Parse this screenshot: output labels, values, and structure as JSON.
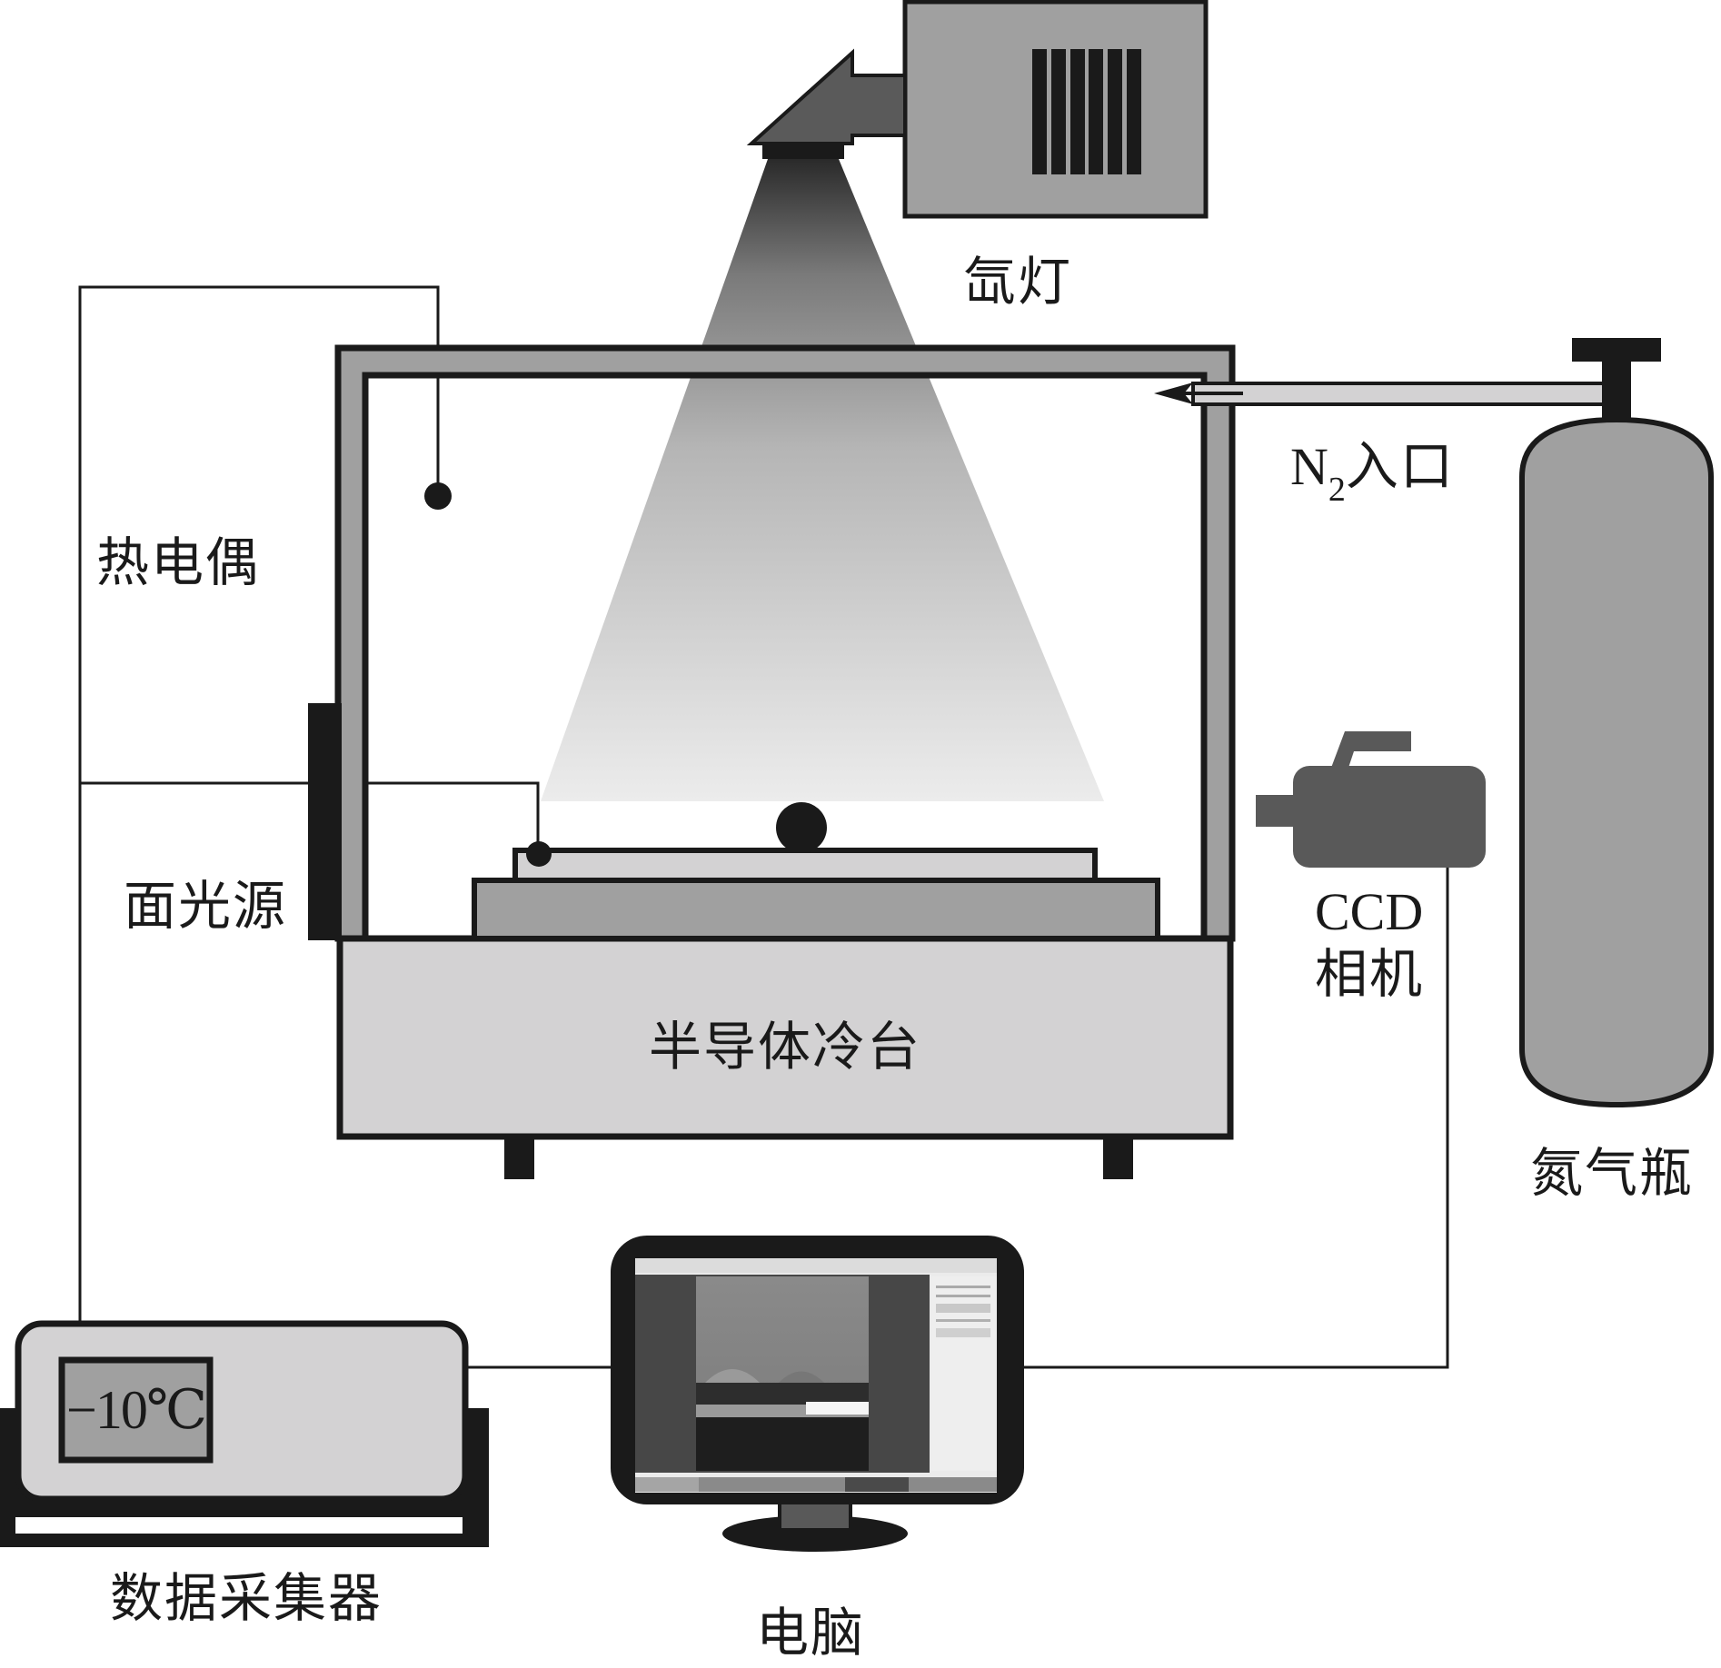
{
  "figure": {
    "type": "experimental-setup-schematic",
    "subject": "droplet freezing observation apparatus"
  },
  "colors": {
    "outline": "#1a1a1a",
    "medium_gray": "#a0a0a0",
    "light_gray": "#d3d2d3",
    "dark_gray": "#595959",
    "background": "#ffffff"
  },
  "labels": {
    "xenon_lamp": "氙灯",
    "n2_inlet_prefix": "N",
    "n2_inlet_subscript": "2",
    "n2_inlet_suffix": "入口",
    "thermocouple": "热电偶",
    "area_light_source": "面光源",
    "cooling_stage": "半导体冷台",
    "ccd_camera_line1": "CCD",
    "ccd_camera_line2": "相机",
    "nitrogen_cylinder": "氮气瓶",
    "data_logger": "数据采集器",
    "computer": "电脑"
  },
  "data_logger": {
    "temperature_readout": "−10℃"
  },
  "components": [
    {
      "id": "xenon-lamp",
      "icon": "lamp-icon"
    },
    {
      "id": "light-beam",
      "icon": "light-cone"
    },
    {
      "id": "test-chamber",
      "icon": "chamber-frame"
    },
    {
      "id": "thermocouple-air",
      "icon": "probe-dot"
    },
    {
      "id": "thermocouple-surface",
      "icon": "probe-dot"
    },
    {
      "id": "water-droplet",
      "icon": "droplet"
    },
    {
      "id": "sample-plate",
      "icon": "plate"
    },
    {
      "id": "cold-plate",
      "icon": "plate"
    },
    {
      "id": "semiconductor-cooling-stage",
      "icon": "stage"
    },
    {
      "id": "area-light-source",
      "icon": "panel"
    },
    {
      "id": "ccd-camera",
      "icon": "camera-icon"
    },
    {
      "id": "nitrogen-cylinder",
      "icon": "gas-cylinder-icon"
    },
    {
      "id": "data-logger",
      "icon": "data-logger-icon"
    },
    {
      "id": "computer",
      "icon": "monitor-icon"
    }
  ]
}
